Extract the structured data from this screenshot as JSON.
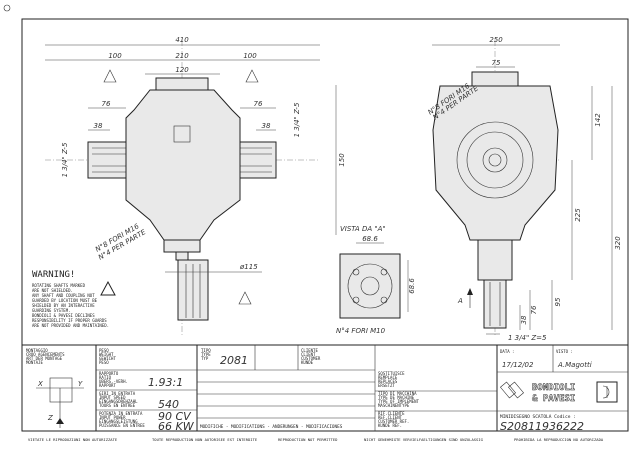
{
  "front_view": {
    "dims": {
      "overall": "410",
      "left": "100",
      "middle": "210",
      "right": "100",
      "top": "120",
      "left_76": "76",
      "left_38": "38",
      "right_76": "76",
      "right_38": "38",
      "height": "150",
      "diameter": "ø115"
    },
    "shaft_left": "1 3/4\" Z-5",
    "shaft_right": "1 3/4\" Z-5",
    "holes_line1": "N°8 FORI M16",
    "holes_line2": "N°4 PER PARTE"
  },
  "side_view": {
    "dims": {
      "width": "250",
      "top": "75",
      "h142": "142",
      "h225": "225",
      "h320": "320",
      "h95": "95",
      "d76": "76",
      "d38": "38"
    },
    "holes_line1": "N°8 FORI M16",
    "holes_line2": "N°4 PER PARTE",
    "shaft": "1 3/4\" Z=5",
    "arrow_label": "A"
  },
  "view_a": {
    "title": "VISTA DA \"A\"",
    "dim_h": "68.6",
    "dim_v": "68.6",
    "holes": "N°4 FORI M10"
  },
  "warning": {
    "title": "WARNING!",
    "lines": [
      "ROTATING SHAFTS MARKED",
      "ARE NOT SHIELDED.",
      "ANY SHAFT AND COUPLING NOT",
      "GUARDED BY LOCATION MUST BE",
      "SHIELDED BY AN INTERACTIVE",
      "GUARDING SYSTEM.",
      "BONDIOLI & PAVESI DECLINES",
      "RESPONSIBILITY IF PROPER GUARDS",
      "ARE NOT PROVIDED AND MAINTAINED."
    ]
  },
  "title_block": {
    "mounting_label": [
      "MONTAGGIO",
      "CROQ AGENCEMENTS",
      "ART DER MONTAGE",
      "MONTAJE"
    ],
    "axis_x": "X",
    "axis_y": "Y",
    "axis_z": "Z",
    "weight_label": [
      "PESO",
      "WEIGHT",
      "GEWICHT",
      "PESO"
    ],
    "ratio_label": [
      "RAPPORTO",
      "RATIO",
      "UBERS.-VERH.",
      "RAPPORT"
    ],
    "ratio": "1.93:1",
    "rpm_label": [
      "GIRI IN ENTRATA",
      "INPUT SPEED",
      "EINGANGSDREHZAHL",
      "TOURS EN ENTREE"
    ],
    "rpm": "540",
    "power_label": [
      "POTENZA IN ENTRATA",
      "INPUT POWER",
      "EINGANGSLEISTUNG",
      "PUISSANCE EN ENTREE"
    ],
    "power_cv": "90 CV",
    "power_kw": "66 KW",
    "type_label": [
      "TIPO",
      "TYPE",
      "TYP"
    ],
    "type": "2081",
    "client_label": [
      "CLIENTE",
      "CLIENT",
      "CUSTOMER",
      "KUNDE"
    ],
    "replaces_label": [
      "SOSTITUISCE",
      "REMPLACE",
      "REPLACES",
      "ERSETZT"
    ],
    "machine_label": [
      "TIPO DI MACCHINA",
      "TYPE DE MACHINE",
      "TYPE OF IMPLEMENT",
      "MASCHINENTYPE"
    ],
    "ref_label": [
      "RIF.CLIENTE",
      "REF.CLIENT",
      "CUSTOMER REF.",
      "KUNDE REF."
    ],
    "modifications": "MODIFICHE - MODIFICATIONS - ANDERUNGEN - MODIFICACIONES",
    "date_label": "DATA :",
    "date": "17/12/02",
    "visto_label": "VISTO :",
    "visto": "A.Magotti",
    "brand_line1": "BONDIOLI",
    "brand_line2": "& PAVESI",
    "code_label": "MINIDISEGNO SCATOLA  Codice :",
    "code": "S20811936222"
  },
  "footer": [
    "VIETATE LE RIPRODUZIONI NON AUTORIZZATE",
    "TOUTE REPRODUCTION NON AUTORISEE EST INTERDITE",
    "REPRODUCTION NOT PERMITTED",
    "NICHT GENEHMIGTE VERVIELFAELTIGUNGEN SIND UNZULASSIG",
    "PROHIBIDA LA REPRODUCCION NO AUTORIZADA"
  ]
}
